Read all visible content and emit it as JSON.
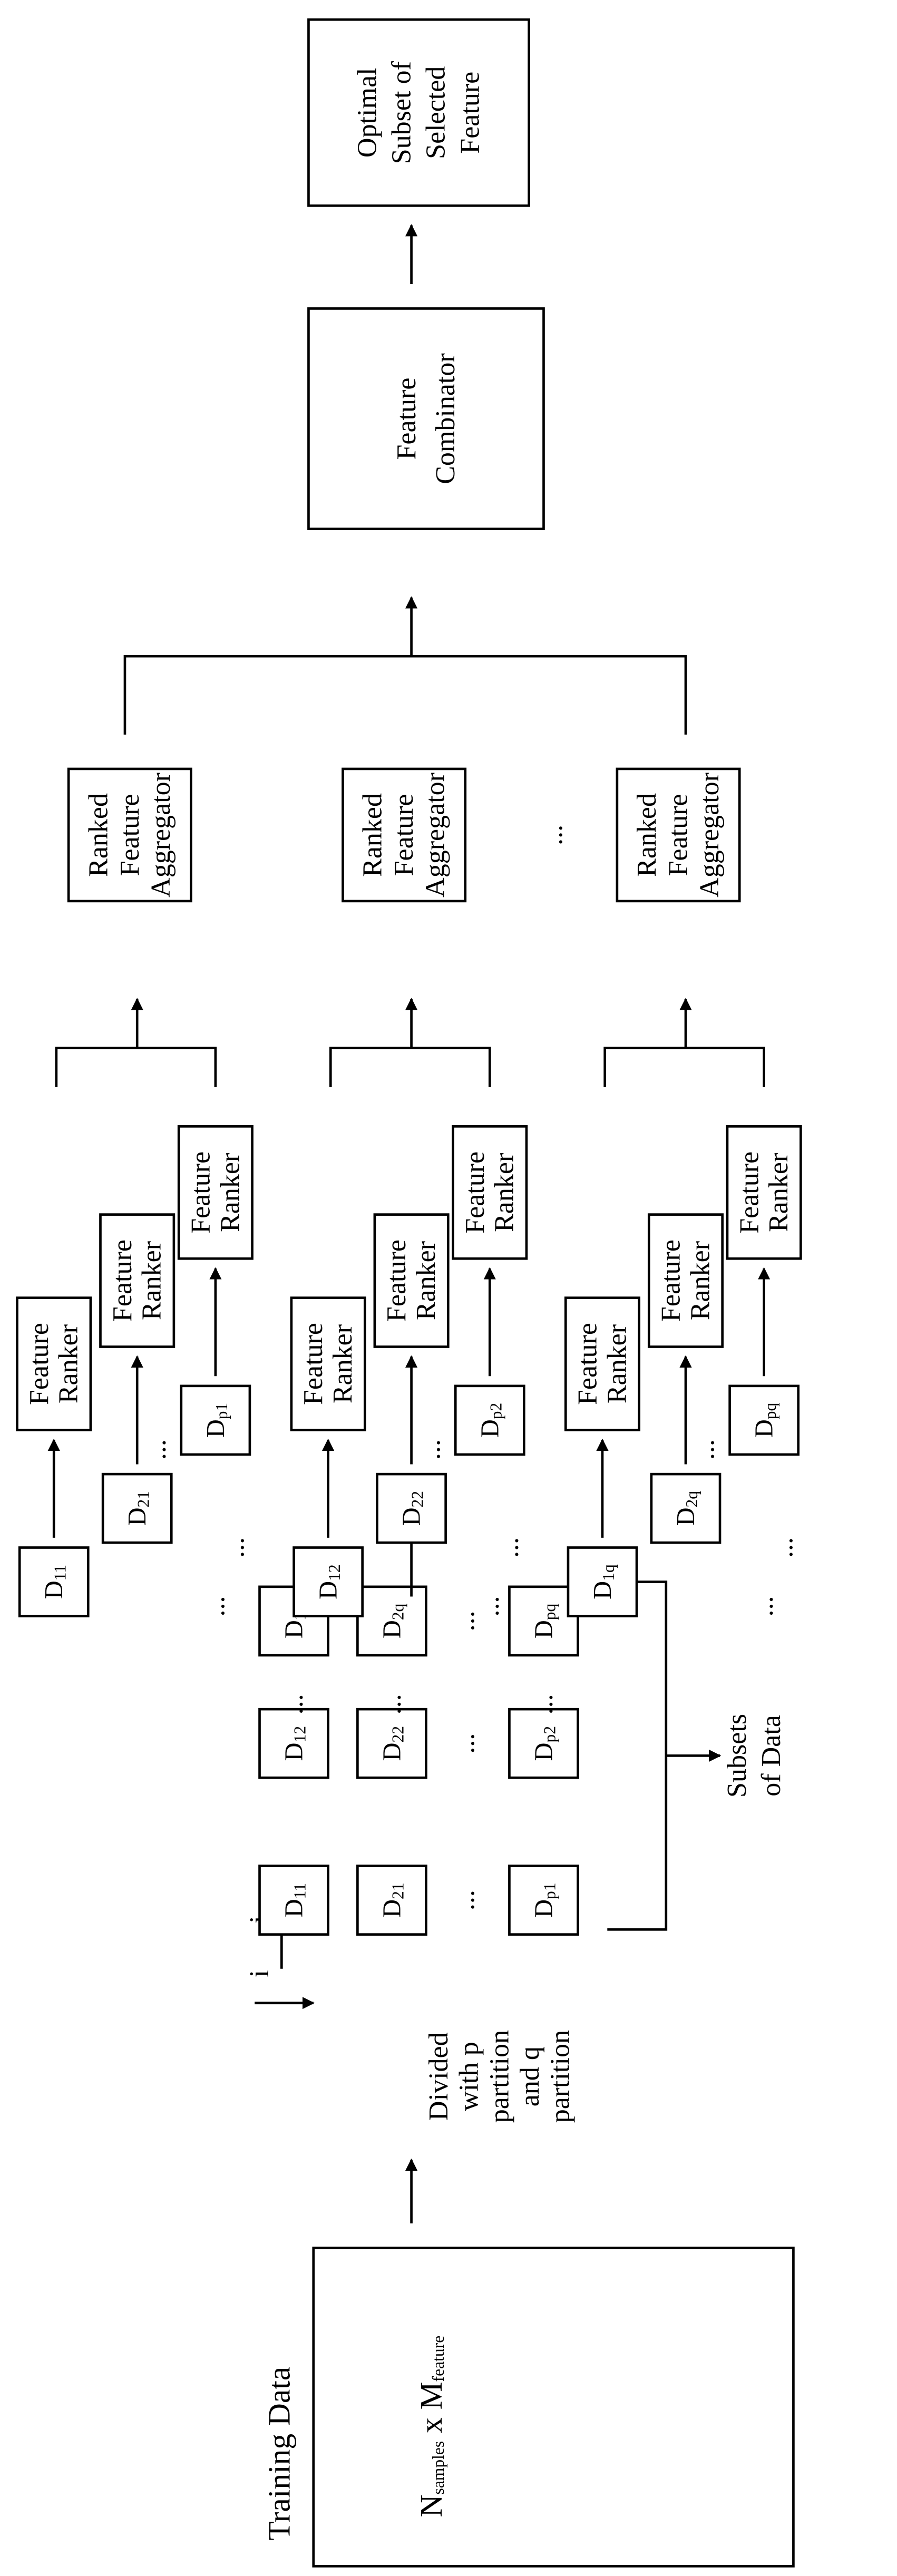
{
  "training": {
    "title": "Training Data",
    "n": "N",
    "n_sub": "samples",
    "x": " x ",
    "m": "M",
    "m_sub": "feature"
  },
  "divide_label": [
    "Divided",
    "with p",
    "partition",
    "and q",
    "partition"
  ],
  "axis": {
    "i": "i",
    "j": "j"
  },
  "subsets_label": [
    "Subsets",
    "of Data"
  ],
  "grid": {
    "rows": [
      [
        {
          "b": "D",
          "s": "11"
        },
        {
          "b": "D",
          "s": "12"
        },
        {
          "b": "D",
          "s": "1q"
        }
      ],
      [
        {
          "b": "D",
          "s": "21"
        },
        {
          "b": "D",
          "s": "22"
        },
        {
          "b": "D",
          "s": "2q"
        }
      ],
      [
        {
          "b": "D",
          "s": "p1"
        },
        {
          "b": "D",
          "s": "p2"
        },
        {
          "b": "D",
          "s": "pq"
        }
      ]
    ],
    "ellipsis": "..."
  },
  "groups": [
    {
      "items": [
        {
          "b": "D",
          "s": "11"
        },
        {
          "b": "D",
          "s": "21"
        },
        {
          "b": "D",
          "s": "p1"
        }
      ]
    },
    {
      "items": [
        {
          "b": "D",
          "s": "12"
        },
        {
          "b": "D",
          "s": "22"
        },
        {
          "b": "D",
          "s": "p2"
        }
      ]
    },
    {
      "items": [
        {
          "b": "D",
          "s": "1q"
        },
        {
          "b": "D",
          "s": "2q"
        },
        {
          "b": "D",
          "s": "pq"
        }
      ]
    }
  ],
  "ranker": [
    "Feature",
    "Ranker"
  ],
  "aggregator": [
    "Ranked",
    "Feature",
    "Aggregator"
  ],
  "combinator": [
    "Feature",
    "Combinator"
  ],
  "output": [
    "Optimal",
    "Subset of",
    "Selected",
    "Feature"
  ],
  "ellipsis": "..."
}
